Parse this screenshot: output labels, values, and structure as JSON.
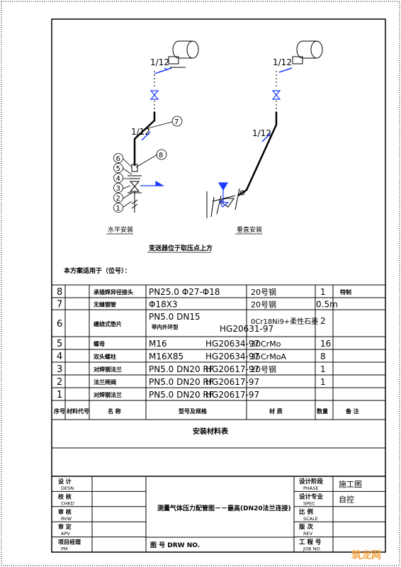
{
  "diagram": {
    "slope_label": "1/12",
    "horizontal_install": "水平安装",
    "vertical_install": "垂直安装",
    "caption": "变送器位于取压点上方",
    "callouts": [
      "①",
      "②",
      "③",
      "④",
      "⑤",
      "⑥",
      "⑦",
      "⑧"
    ]
  },
  "applicable_to": "本方案适用于（位号）：",
  "bom": {
    "headers": {
      "seq": "序号",
      "code": "材料代号",
      "name": "名 称",
      "spec": "型号及规格",
      "material": "材 质",
      "qty": "数量",
      "remark": "备 注"
    },
    "rows": [
      {
        "seq": "8",
        "name": "承插焊异径接头",
        "spec": "PN25.0  Φ27-Φ18",
        "std": "",
        "material": "20号钢",
        "qty": "1",
        "remark": "特制"
      },
      {
        "seq": "7",
        "name": "无缝钢管",
        "spec": "Φ18X3",
        "std": "",
        "material": "20号钢",
        "qty": "0.5m",
        "remark": ""
      },
      {
        "seq": "6",
        "name": "缠绕式垫片",
        "spec": "PN5.0  DN15",
        "spec2": "带内外环型",
        "std": "HG20631-97",
        "material": "0Cr18Ni9+柔性石墨",
        "qty": "2",
        "remark": ""
      },
      {
        "seq": "5",
        "name": "螺母",
        "spec": "M16",
        "std": "HG20634-97",
        "material": "30CrMo",
        "qty": "16",
        "remark": ""
      },
      {
        "seq": "4",
        "name": "双头螺柱",
        "spec": "M16X85",
        "std": "HG20634-97",
        "material": "35CrMoA",
        "qty": "8",
        "remark": ""
      },
      {
        "seq": "3",
        "name": "对焊钢法兰",
        "spec": "PN5.0  DN20  RF",
        "std": "HG20617-97",
        "material": "20号钢",
        "qty": "1",
        "remark": ""
      },
      {
        "seq": "2",
        "name": "法兰闸阀",
        "spec": "PN5.0  DN20  RF",
        "std": "HG20617-97",
        "material": "",
        "qty": "1",
        "remark": ""
      },
      {
        "seq": "1",
        "name": "对焊钢法兰",
        "spec": "PN5.0  DN20  RF",
        "std": "HG20617-97",
        "material": "",
        "qty": "",
        "remark": ""
      }
    ]
  },
  "bom_title": "安装材料表",
  "title_block": {
    "left": [
      {
        "cn": "设 计",
        "en": "DESN"
      },
      {
        "cn": "校 核",
        "en": "CHKD"
      },
      {
        "cn": "审 核",
        "en": "RVW"
      },
      {
        "cn": "审 定",
        "en": "APV"
      },
      {
        "cn": "项目经理",
        "en": "PM"
      }
    ],
    "drawing_title": "测量气体压力配管图－－最高(DN20法兰连接)",
    "drawing_no_label": "图 号 DRW NO.",
    "right": [
      {
        "cn": "设计阶段",
        "en": "PHASE",
        "value": "施工图"
      },
      {
        "cn": "设计专业",
        "en": "SPEC",
        "value": "自控"
      },
      {
        "cn": "比 例",
        "en": "SCALE",
        "value": ""
      },
      {
        "cn": "版 次",
        "en": "REV",
        "value": ""
      },
      {
        "cn": "工 程 号",
        "en": "JOB NO.",
        "value": ""
      }
    ]
  },
  "watermark": "筑龙网",
  "colors": {
    "line": "#000000",
    "accent": "#1a3cff",
    "watermark": "#f2a341"
  }
}
